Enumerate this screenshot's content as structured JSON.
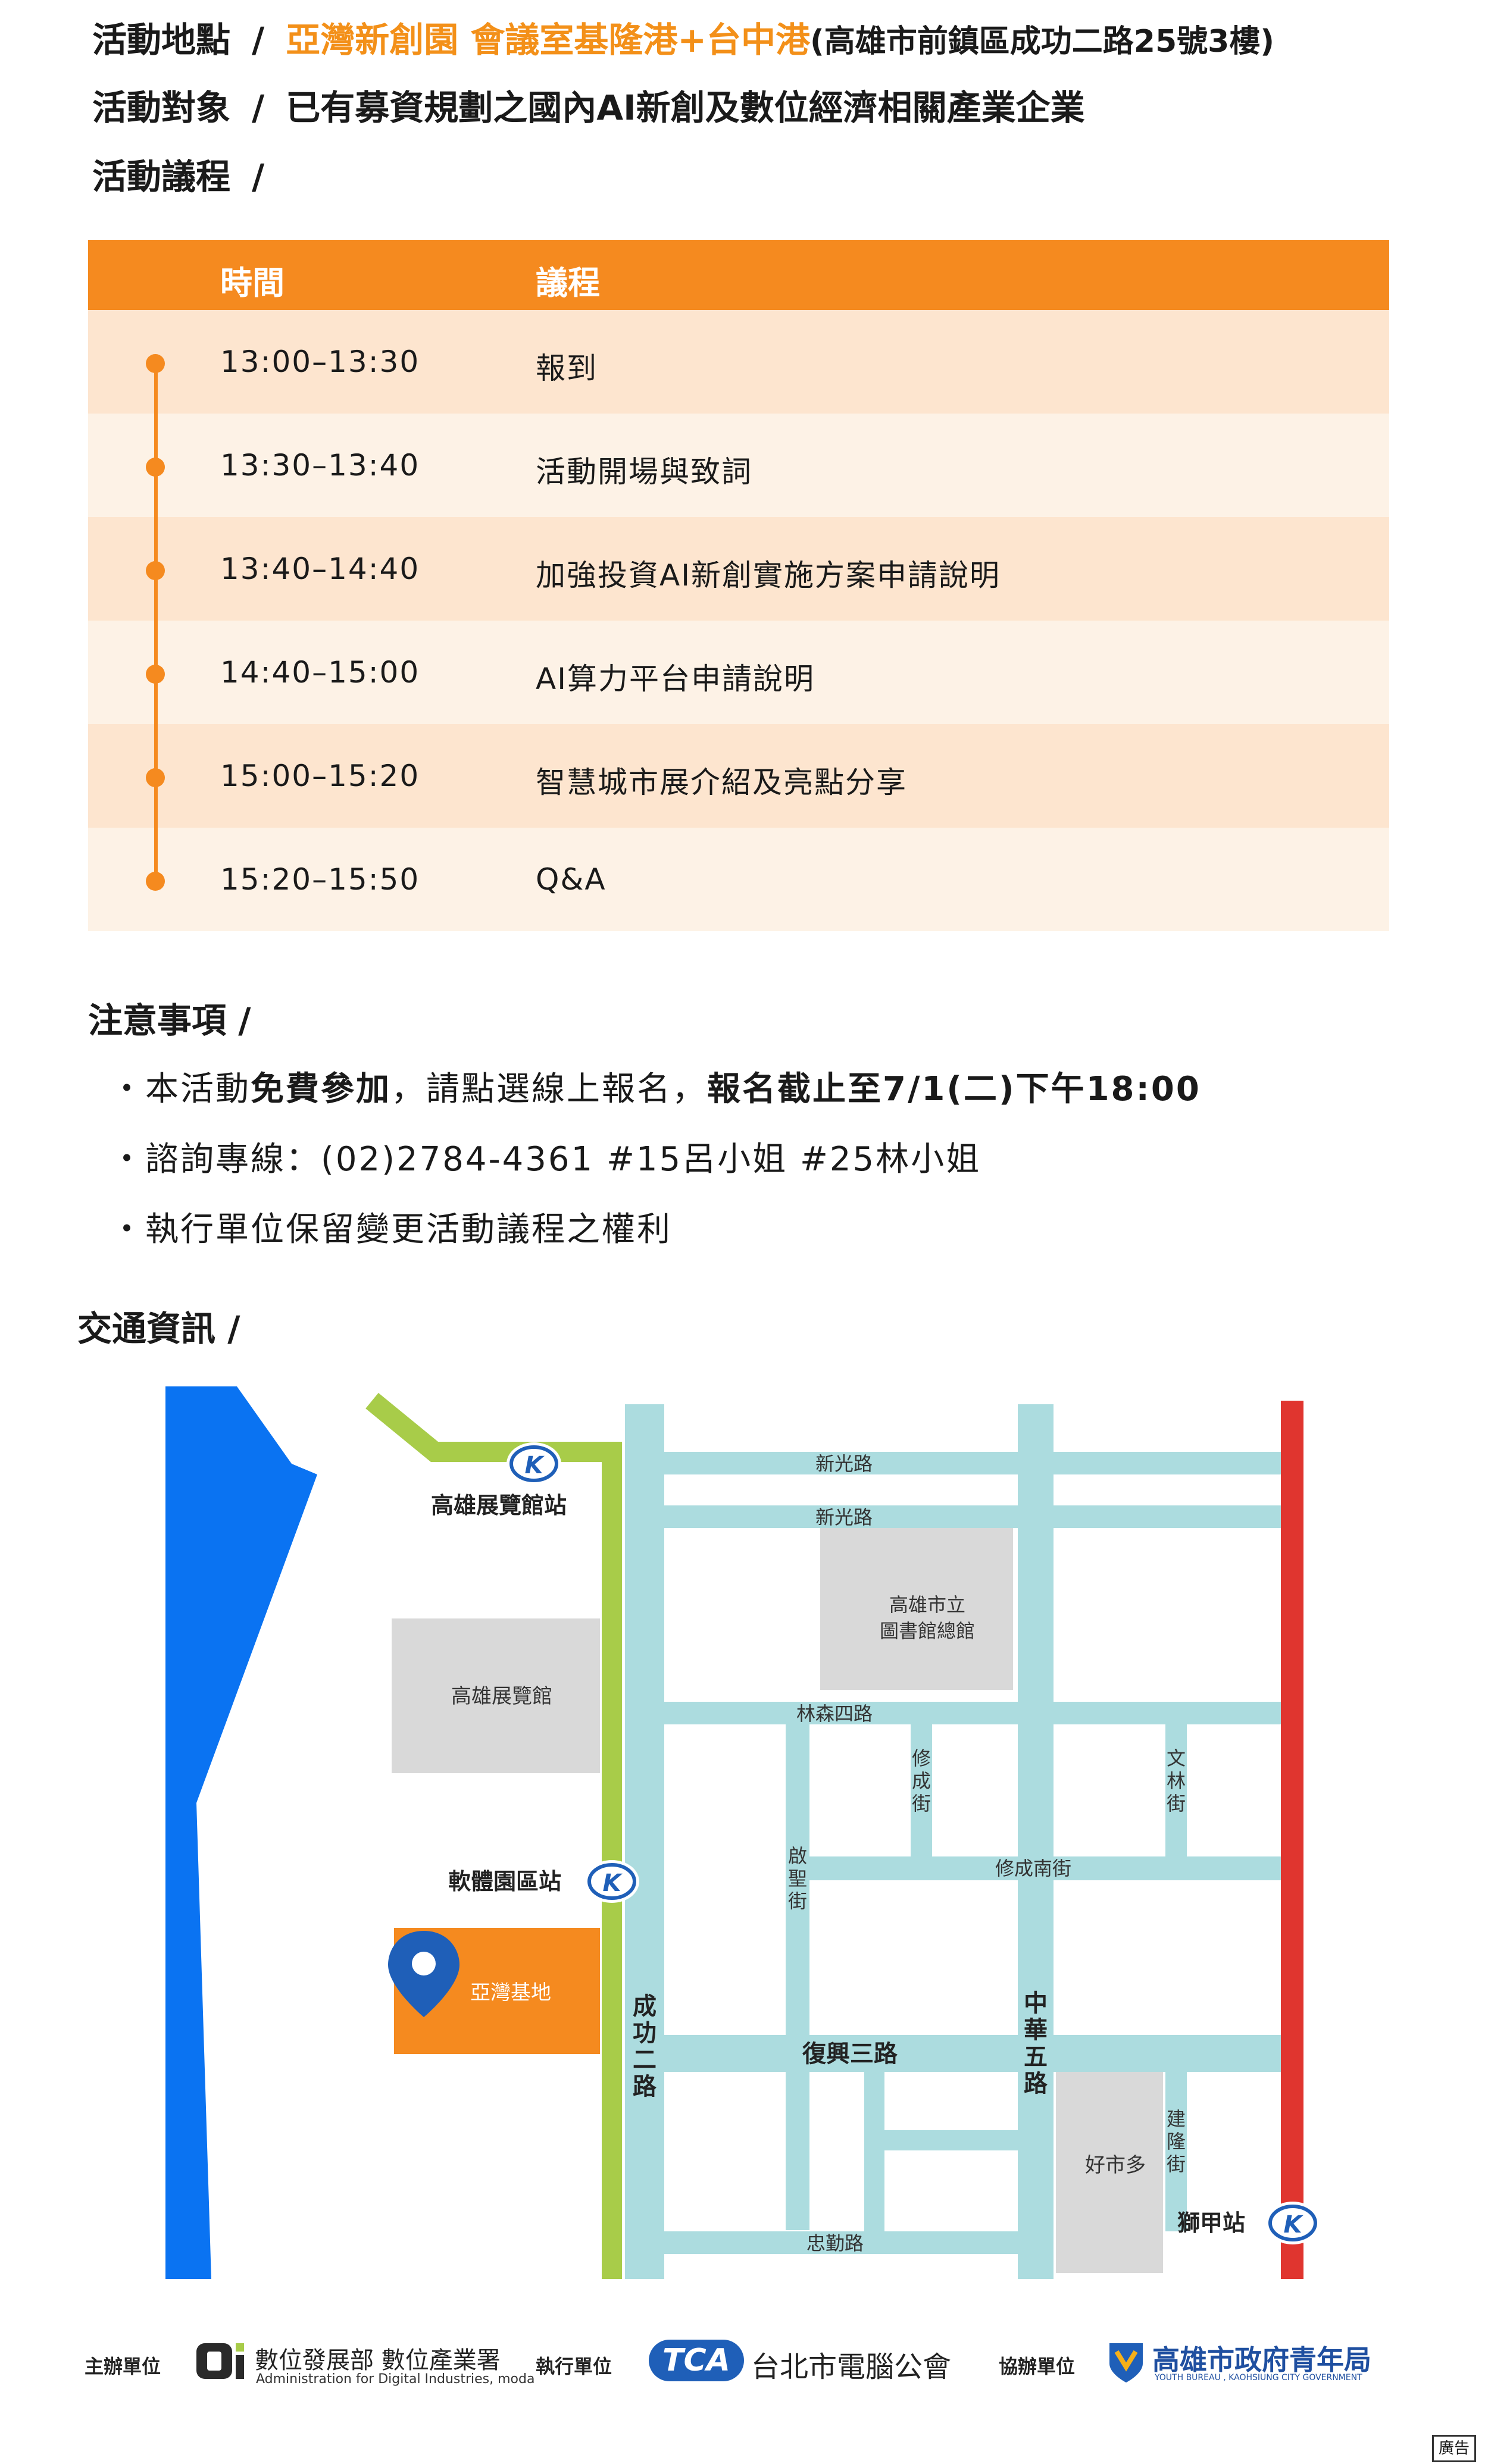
{
  "info": {
    "location_label": "活動地點",
    "location_highlight": "亞灣新創園 會議室基隆港+台中港",
    "location_address": "(高雄市前鎮區成功二路25號3樓)",
    "audience_label": "活動對象",
    "audience_value": "已有募資規劃之國內AI新創及數位經濟相關產業企業",
    "agenda_label": "活動議程",
    "slash": "/"
  },
  "agenda": {
    "header_time": "時間",
    "header_item": "議程",
    "rows": [
      {
        "time": "13:00–13:30",
        "item": "報到"
      },
      {
        "time": "13:30–13:40",
        "item": "活動開場與致詞"
      },
      {
        "time": "13:40–14:40",
        "item": "加強投資AI新創實施方案申請說明"
      },
      {
        "time": "14:40–15:00",
        "item": "AI算力平台申請說明"
      },
      {
        "time": "15:00–15:20",
        "item": "智慧城市展介紹及亮點分享"
      },
      {
        "time": "15:20–15:50",
        "item": "Q&A"
      }
    ]
  },
  "notes": {
    "title": "注意事項 /",
    "n1_a": "・本活動",
    "n1_b": "免費參加",
    "n1_c": "，請點選線上報名，",
    "n1_d": "報名截止至7/1(二)下午18:00",
    "n2": "・諮詢專線：(02)2784-4361 #15呂小姐 #25林小姐",
    "n3": "・執行單位保留變更活動議程之權利"
  },
  "transport": {
    "title": "交通資訊 /"
  },
  "map": {
    "station_exhibition": "高雄展覽館站",
    "station_software": "軟體園區站",
    "station_shijia": "獅甲站",
    "exhibition_hall": "高雄展覽館",
    "library_line1": "高雄市立",
    "library_line2": "圖書館總館",
    "yawan_base": "亞灣基地",
    "costco": "好市多",
    "road_xinguang1": "新光路",
    "road_xinguang2": "新光路",
    "road_linsen": "林森四路",
    "road_fuxing": "復興三路",
    "road_zhongqin": "忠勤路",
    "road_xiucheng_south": "修成南街",
    "road_chenggong": [
      "成",
      "功",
      "二",
      "路"
    ],
    "road_zhonghua": [
      "中",
      "華",
      "五",
      "路"
    ],
    "road_xiucheng": [
      "修",
      "成",
      "街"
    ],
    "road_wenlin": [
      "文",
      "林",
      "街"
    ],
    "road_qisheng": [
      "啟",
      "聖",
      "街"
    ],
    "road_jianlong": [
      "建",
      "隆",
      "街"
    ],
    "colors": {
      "sea": "#0a73f2",
      "road": "#acdcdf",
      "lrt": "#a8cc49",
      "red_line": "#e0352f",
      "building": "#d9d9d9",
      "base": "#f58a1f"
    }
  },
  "footer": {
    "organizer_label": "主辦單位",
    "organizer_name": "數位發展部 數位產業署",
    "organizer_en": "Administration for Digital Industries, moda",
    "executor_label": "執行單位",
    "executor_logo": "TCA",
    "executor_name": "台北市電腦公會",
    "co_label": "協辦單位",
    "co_name": "高雄市政府青年局",
    "co_en": "YOUTH BUREAU , KAOHSIUNG CITY GOVERNMENT",
    "ad": "廣告"
  }
}
